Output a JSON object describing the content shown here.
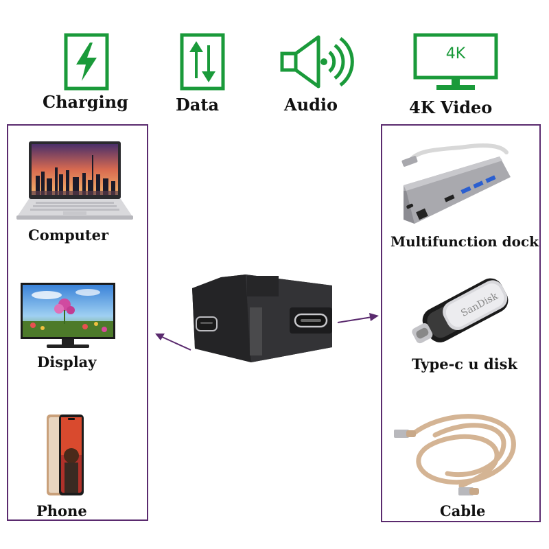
{
  "features": {
    "charging": "Charging",
    "data": "Data",
    "audio": "Audio",
    "video": "4K Video",
    "video_badge": "4K"
  },
  "left_devices": {
    "computer": "Computer",
    "display": "Display",
    "phone": "Phone"
  },
  "right_devices": {
    "dock": "Multifunction dock",
    "udisk": "Type-c u disk",
    "udisk_brand": "SanDisk",
    "cable": "Cable"
  },
  "colors": {
    "icon_green": "#1a9a3a",
    "panel_border": "#5a2a6e",
    "arrow": "#5a2a6e"
  }
}
